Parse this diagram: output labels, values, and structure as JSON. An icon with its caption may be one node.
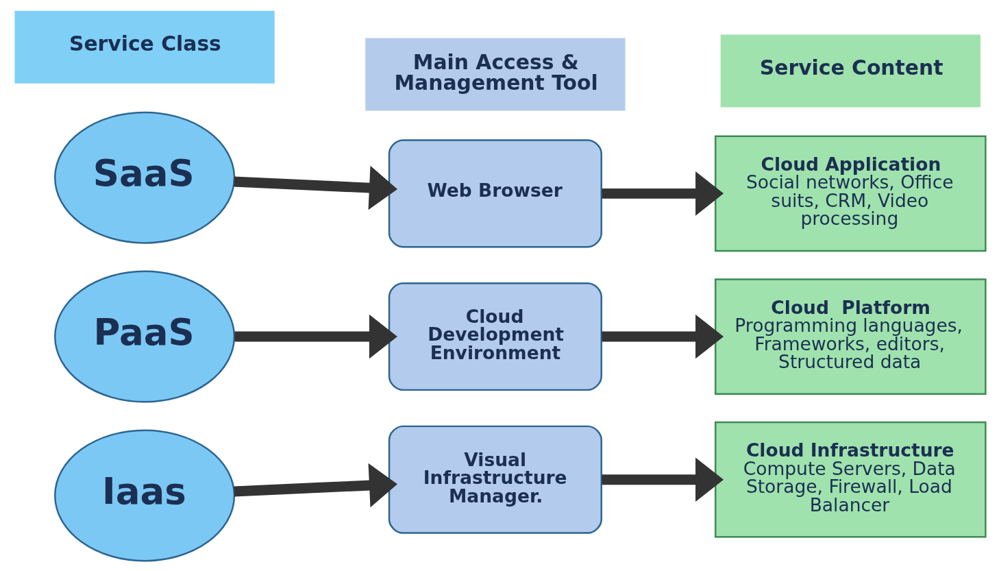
{
  "diagram": {
    "nodes": [
      {
        "text": [
          "Service Class"
        ]
      },
      {
        "text": [
          "Main Access & Management Tool"
        ]
      },
      {
        "text": [
          "Service Content"
        ]
      },
      {
        "text": [
          "SaaS"
        ]
      },
      {
        "text": [
          "Web Browser"
        ]
      },
      {
        "text": [
          "Cloud Application",
          "Social networks, Office suits, CRM, Video processing"
        ]
      },
      {
        "text": [
          "PaaS"
        ]
      },
      {
        "text": [
          "Cloud Development Environment"
        ]
      },
      {
        "text": [
          "Cloud  Platform",
          "Programming languages, Frameworks, editors, Structured data"
        ]
      },
      {
        "text": [
          "Iaas"
        ]
      },
      {
        "text": [
          "Visual Infrastructure Manager."
        ]
      },
      {
        "text": [
          "Cloud Infrastructure",
          "Compute Servers, Data Storage, Firewall, Load Balancer"
        ]
      }
    ],
    "edges": [
      {
        "from": 3,
        "to": 4,
        "arrow": "to"
      },
      {
        "from": 4,
        "to": 5,
        "arrow": "to"
      },
      {
        "from": 6,
        "to": 7,
        "arrow": "to"
      },
      {
        "from": 7,
        "to": 8,
        "arrow": "to"
      },
      {
        "from": 9,
        "to": 10,
        "arrow": "to"
      },
      {
        "from": 10,
        "to": 11,
        "arrow": "to"
      }
    ]
  }
}
